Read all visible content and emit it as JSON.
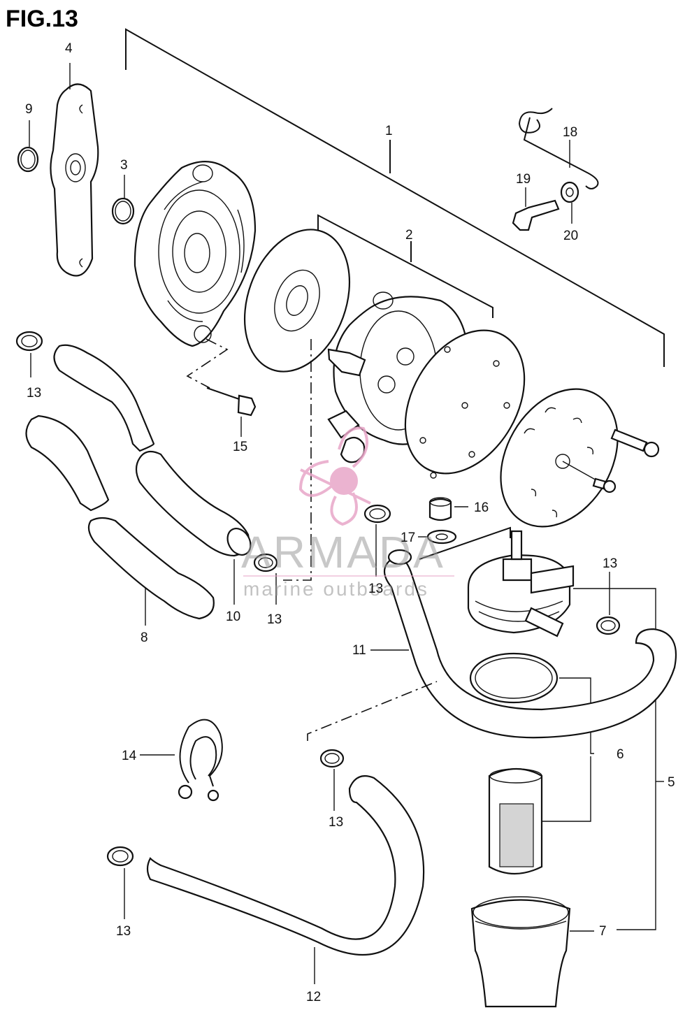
{
  "figure": {
    "title": "FIG.13"
  },
  "watermark": {
    "brand": "ARMADA",
    "tagline": "marine outboards",
    "color": "#e8a6c8"
  },
  "callouts": [
    {
      "id": "c1",
      "text": "1"
    },
    {
      "id": "c2",
      "text": "2"
    },
    {
      "id": "c3",
      "text": "3"
    },
    {
      "id": "c4",
      "text": "4"
    },
    {
      "id": "c5",
      "text": "5"
    },
    {
      "id": "c6",
      "text": "6"
    },
    {
      "id": "c7",
      "text": "7"
    },
    {
      "id": "c8",
      "text": "8"
    },
    {
      "id": "c9",
      "text": "9"
    },
    {
      "id": "c10",
      "text": "10"
    },
    {
      "id": "c11",
      "text": "11"
    },
    {
      "id": "c12",
      "text": "12"
    },
    {
      "id": "c13a",
      "text": "13"
    },
    {
      "id": "c13b",
      "text": "13"
    },
    {
      "id": "c13c",
      "text": "13"
    },
    {
      "id": "c13d",
      "text": "13"
    },
    {
      "id": "c13e",
      "text": "13"
    },
    {
      "id": "c13f",
      "text": "13"
    },
    {
      "id": "c14",
      "text": "14"
    },
    {
      "id": "c15",
      "text": "15"
    },
    {
      "id": "c16",
      "text": "16"
    },
    {
      "id": "c17",
      "text": "17"
    },
    {
      "id": "c18",
      "text": "18"
    },
    {
      "id": "c19",
      "text": "19"
    },
    {
      "id": "c20",
      "text": "20"
    }
  ]
}
